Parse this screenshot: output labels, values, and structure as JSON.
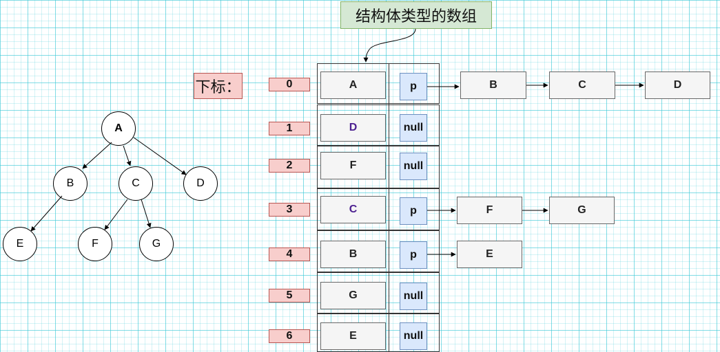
{
  "title": "结构体类型的数组",
  "index_label": "下标：",
  "tree": {
    "root": "A",
    "level1": [
      "B",
      "C",
      "D"
    ],
    "level2": [
      "E",
      "F",
      "G"
    ],
    "edges": [
      [
        "A",
        "B"
      ],
      [
        "A",
        "C"
      ],
      [
        "A",
        "D"
      ],
      [
        "B",
        "E"
      ],
      [
        "C",
        "F"
      ],
      [
        "C",
        "G"
      ]
    ]
  },
  "array": {
    "rows": [
      {
        "index": "0",
        "value": "A",
        "pointer": "p"
      },
      {
        "index": "1",
        "value": "D",
        "pointer": "null"
      },
      {
        "index": "2",
        "value": "F",
        "pointer": "null"
      },
      {
        "index": "3",
        "value": "C",
        "pointer": "p"
      },
      {
        "index": "4",
        "value": "B",
        "pointer": "p"
      },
      {
        "index": "5",
        "value": "G",
        "pointer": "null"
      },
      {
        "index": "6",
        "value": "E",
        "pointer": "null"
      }
    ]
  },
  "lists": {
    "row0": [
      "B",
      "C",
      "D"
    ],
    "row3": [
      "F",
      "G"
    ],
    "row4": [
      "E"
    ]
  },
  "colors": {
    "title_fill": "#d5e8d4",
    "index_fill": "#f8cecc",
    "pointer_fill": "#dae8fc",
    "node_fill": "#f5f5f5",
    "highlight_text": "#4b1f8f"
  }
}
